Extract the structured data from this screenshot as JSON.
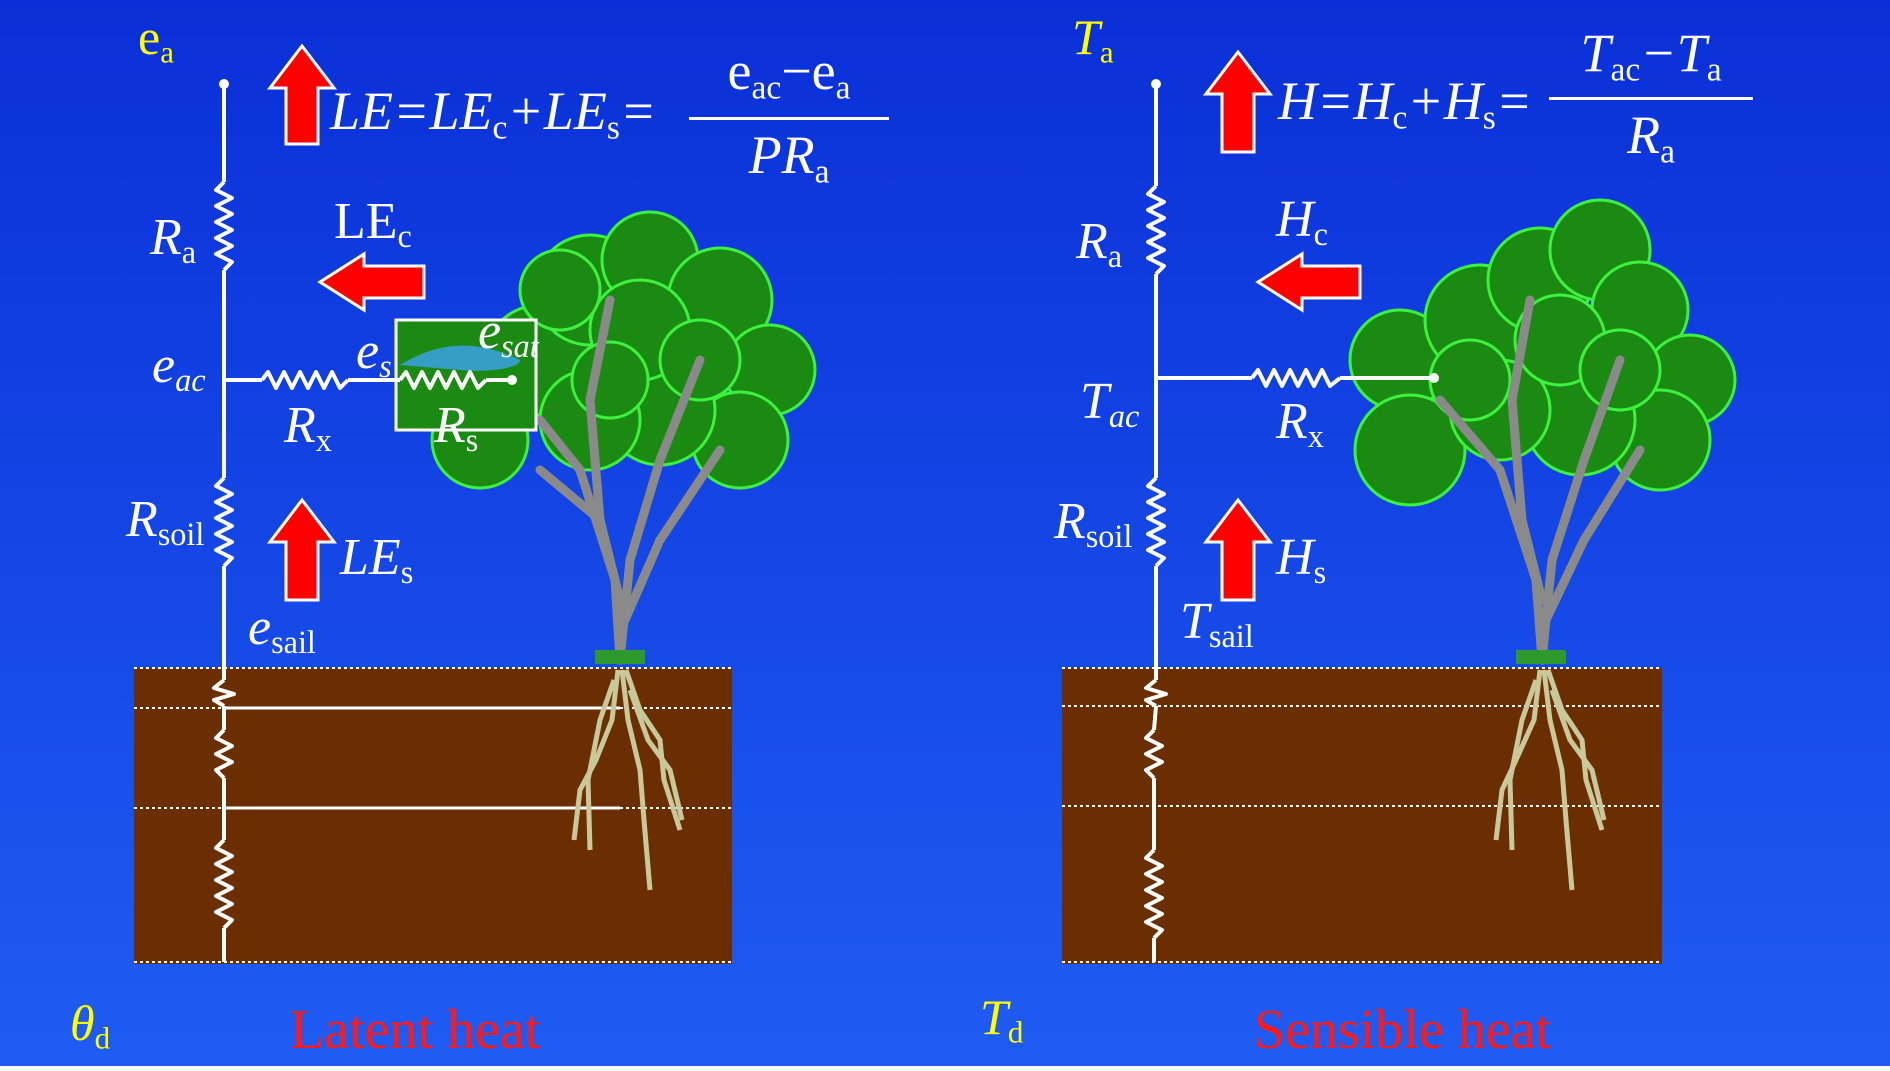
{
  "left": {
    "top_node": {
      "base": "e",
      "sub": "a"
    },
    "bottom_node": {
      "base": "θ",
      "sub": "d"
    },
    "caption": "Latent heat",
    "equation": {
      "lhs": "LE=LE",
      "lhs_c": "c",
      "plus": "+LE",
      "lhs_s": "s",
      "eq": "=",
      "num_a": "e",
      "num_a_sub": "ac",
      "minus": "−",
      "num_b": "e",
      "num_b_sub": "a",
      "den": "PR",
      "den_sub": "a"
    },
    "Ra": {
      "base": "R",
      "sub": "a"
    },
    "LEc": {
      "base": "LE",
      "sub": "c"
    },
    "eac": {
      "base": "e",
      "sub": "ac"
    },
    "es": {
      "base": "e",
      "sub": "s"
    },
    "esat": {
      "base": "e",
      "sub": "sat"
    },
    "Rx": {
      "base": "R",
      "sub": "x"
    },
    "Rs": {
      "base": "R",
      "sub": "s"
    },
    "Rsoil": {
      "base": "R",
      "sub": "soil"
    },
    "LEs": {
      "base": "LE",
      "sub": "s"
    },
    "esail": {
      "base": "e",
      "sub": "sail"
    }
  },
  "right": {
    "top_node": {
      "base": "T",
      "sub": "a"
    },
    "bottom_node": {
      "base": "T",
      "sub": "d"
    },
    "caption": "Sensible heat",
    "equation": {
      "lhs": "H=H",
      "lhs_c": "c",
      "plus": "+H",
      "lhs_s": "s",
      "eq": "=",
      "num_a": "T",
      "num_a_sub": "ac",
      "minus": "−",
      "num_b": "T",
      "num_b_sub": "a",
      "den": "R",
      "den_sub": "a"
    },
    "Ra": {
      "base": "R",
      "sub": "a"
    },
    "Hc": {
      "base": "H",
      "sub": "c"
    },
    "Tac": {
      "base": "T",
      "sub": "ac"
    },
    "Rx": {
      "base": "R",
      "sub": "x"
    },
    "Rsoil": {
      "base": "R",
      "sub": "soil"
    },
    "Hs": {
      "base": "H",
      "sub": "s"
    },
    "Tsail": {
      "base": "T",
      "sub": "sail"
    }
  },
  "colors": {
    "background_top": "#0a2fd8",
    "background_bottom": "#1f5cf2",
    "soil": "#6b2e00",
    "foliage": "#1b8a12",
    "foliage_edge": "#3df23d",
    "arrow": "#ff0000",
    "arrow_edge": "#ffffff",
    "wire": "#ffffff",
    "label_accent": "#ffff00",
    "caption": "#ff1a1a",
    "trunk": "#8a8a8a",
    "root": "#c8c89a"
  }
}
